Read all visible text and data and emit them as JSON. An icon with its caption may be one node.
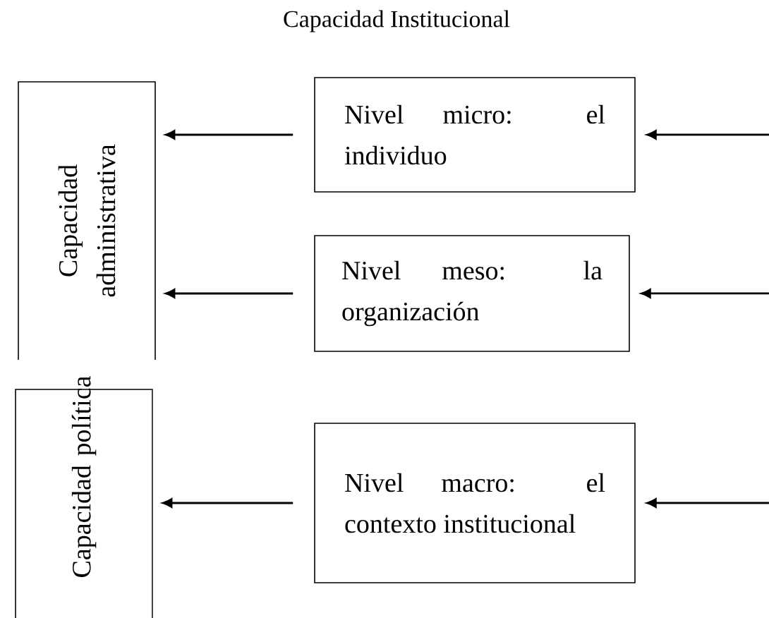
{
  "diagram": {
    "title": "Capacidad Institucional",
    "nodes": [
      {
        "text": [
          "Capacidad administrativa"
        ]
      },
      {
        "text": [
          "Nivel micro: el individuo"
        ]
      },
      {
        "text": [
          "Nivel meso: la organización"
        ]
      },
      {
        "text": [
          "Capacidad política"
        ]
      },
      {
        "text": [
          "Nivel macro: el contexto institucional"
        ]
      }
    ],
    "edges": [
      {
        "from": 1,
        "to": 0,
        "arrow": "to"
      },
      {
        "from": 2,
        "to": 0,
        "arrow": "to"
      },
      {
        "from": 4,
        "to": 3,
        "arrow": "to"
      },
      {
        "from": null,
        "to": 1,
        "arrow": "to"
      },
      {
        "from": null,
        "to": 2,
        "arrow": "to"
      },
      {
        "from": null,
        "to": 4,
        "arrow": "to"
      }
    ]
  }
}
